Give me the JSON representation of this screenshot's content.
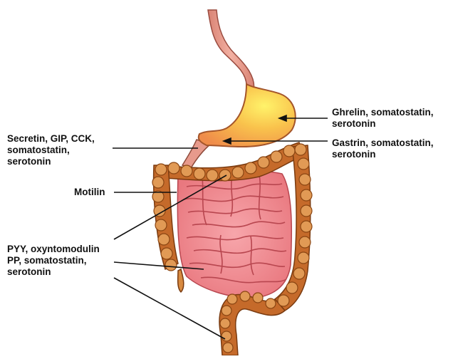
{
  "diagram": {
    "labels": {
      "ghrelin": "Ghrelin, somatostatin,\nserotonin",
      "gastrin": "Gastrin, somatostatin,\nserotonin",
      "secretin": "Secretin, GIP, CCK,\nsomatostatin,\nserotonin",
      "motilin": "Motilin",
      "pyy": "PYY, oxyntomodulin\nPP, somatostatin,\nserotonin"
    },
    "colors": {
      "esophagus": "#e79a8c",
      "stomach_outer": "#f3a24c",
      "stomach_inner": "#ffe06a",
      "small_intestine": "#ef8b92",
      "small_intestine_fold": "#b8464f",
      "colon": "#c56a2a",
      "colon_light": "#e19a55",
      "leader_line": "#111111"
    }
  }
}
